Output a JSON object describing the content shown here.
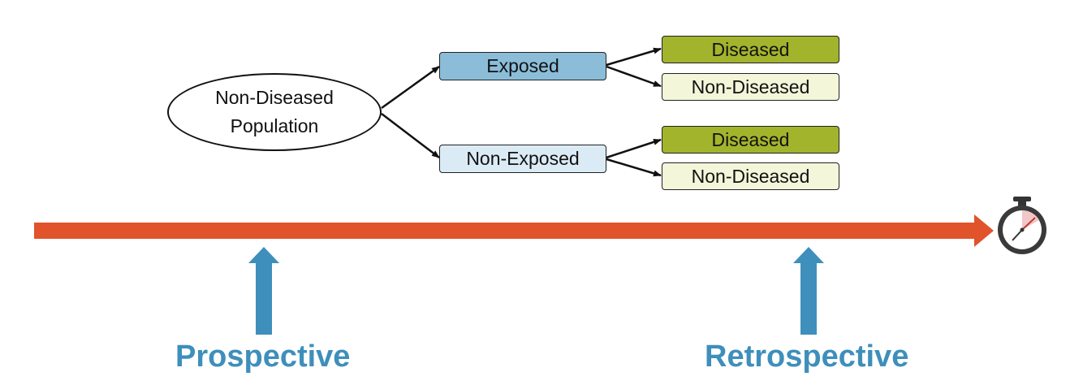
{
  "population": {
    "line1": "Non-Diseased",
    "line2": "Population"
  },
  "exposed": {
    "label": "Exposed",
    "fill": "#8bbdd9"
  },
  "non_exposed": {
    "label": "Non-Exposed",
    "fill": "#dbebf5"
  },
  "outcomes": {
    "exposed_diseased": "Diseased",
    "exposed_non_diseased": "Non-Diseased",
    "nonexposed_diseased": "Diseased",
    "nonexposed_non_diseased": "Non-Diseased"
  },
  "colors": {
    "diseased": "#a2b42c",
    "non_diseased": "#f3f6d9",
    "timeline": "#e0532b",
    "up_arrows": "#3e8fbb"
  },
  "labels": {
    "prospective": "Prospective",
    "retrospective": "Retrospective"
  },
  "icons": {
    "timeline_end": "stopwatch-icon"
  }
}
